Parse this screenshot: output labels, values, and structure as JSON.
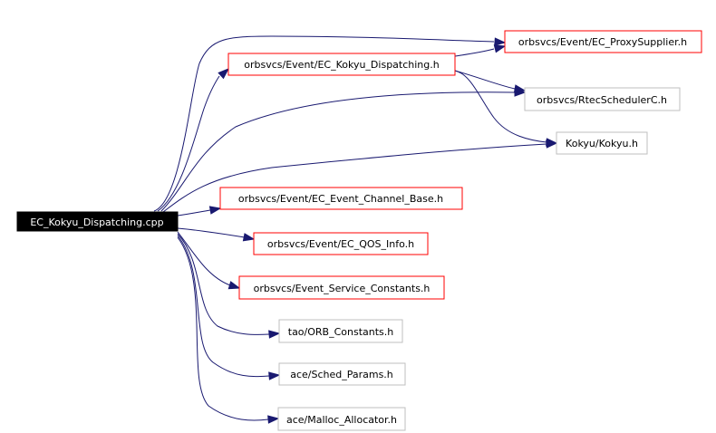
{
  "diagram": {
    "root": {
      "label": "EC_Kokyu_Dispatching.cpp"
    },
    "nodes": [
      {
        "id": "proxy_supplier",
        "label": "orbsvcs/Event/EC_ProxySupplier.h",
        "style": "red"
      },
      {
        "id": "kokyu_dispatching_h",
        "label": "orbsvcs/Event/EC_Kokyu_Dispatching.h",
        "style": "red"
      },
      {
        "id": "rtec_scheduler",
        "label": "orbsvcs/RtecSchedulerC.h",
        "style": "gray"
      },
      {
        "id": "kokyu_h",
        "label": "Kokyu/Kokyu.h",
        "style": "gray"
      },
      {
        "id": "event_channel_base",
        "label": "orbsvcs/Event/EC_Event_Channel_Base.h",
        "style": "red"
      },
      {
        "id": "qos_info",
        "label": "orbsvcs/Event/EC_QOS_Info.h",
        "style": "red"
      },
      {
        "id": "event_service_constants",
        "label": "orbsvcs/Event_Service_Constants.h",
        "style": "red"
      },
      {
        "id": "orb_constants",
        "label": "tao/ORB_Constants.h",
        "style": "gray"
      },
      {
        "id": "sched_params",
        "label": "ace/Sched_Params.h",
        "style": "gray"
      },
      {
        "id": "malloc_allocator",
        "label": "ace/Malloc_Allocator.h",
        "style": "gray"
      }
    ],
    "edges": [
      {
        "from": "root",
        "to": "proxy_supplier"
      },
      {
        "from": "root",
        "to": "kokyu_dispatching_h"
      },
      {
        "from": "root",
        "to": "rtec_scheduler"
      },
      {
        "from": "root",
        "to": "kokyu_h"
      },
      {
        "from": "root",
        "to": "event_channel_base"
      },
      {
        "from": "root",
        "to": "qos_info"
      },
      {
        "from": "root",
        "to": "event_service_constants"
      },
      {
        "from": "root",
        "to": "orb_constants"
      },
      {
        "from": "root",
        "to": "sched_params"
      },
      {
        "from": "root",
        "to": "malloc_allocator"
      },
      {
        "from": "kokyu_dispatching_h",
        "to": "proxy_supplier"
      },
      {
        "from": "kokyu_dispatching_h",
        "to": "rtec_scheduler"
      },
      {
        "from": "kokyu_dispatching_h",
        "to": "kokyu_h"
      }
    ],
    "colors": {
      "root_fill": "#000000",
      "root_text": "#ffffff",
      "red_border": "#ff0000",
      "gray_border": "#bfbfbf",
      "edge": "#191970"
    }
  }
}
